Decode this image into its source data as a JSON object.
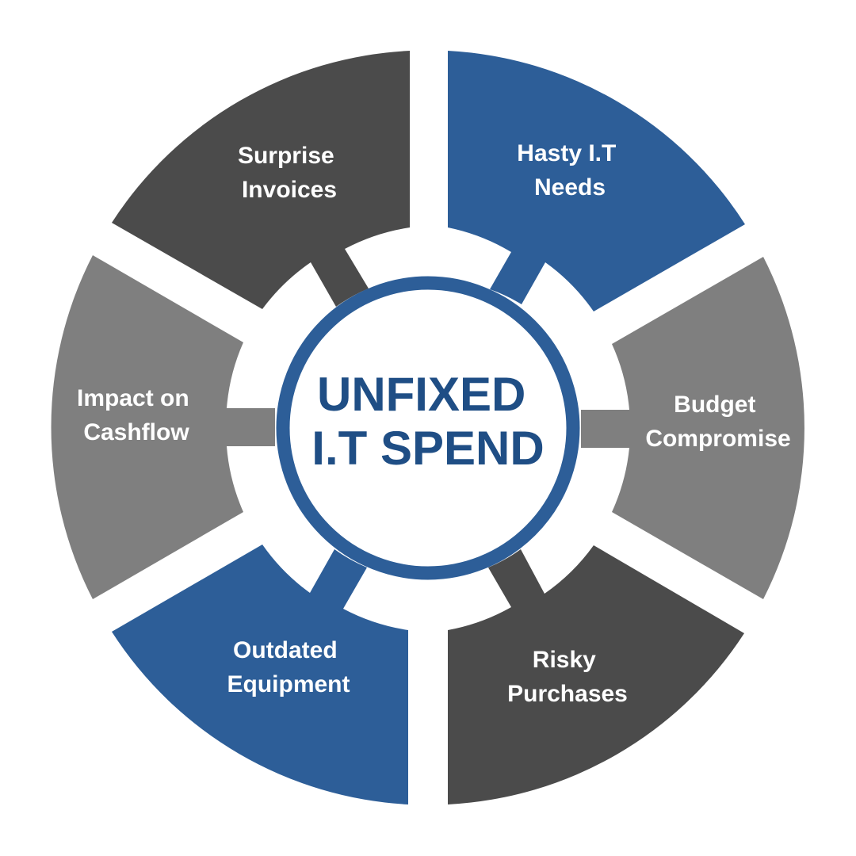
{
  "center": {
    "title_line1": "UNFIXED",
    "title_line2": "I.T SPEND"
  },
  "segments": [
    {
      "line1": "Hasty I.T",
      "line2": "Needs",
      "color": "#2d5e98"
    },
    {
      "line1": "Budget",
      "line2": "Compromise",
      "color": "#7f7f7f"
    },
    {
      "line1": "Risky",
      "line2": "Purchases",
      "color": "#4b4b4b"
    },
    {
      "line1": "Outdated",
      "line2": "Equipment",
      "color": "#2d5e98"
    },
    {
      "line1": "Impact on",
      "line2": "Cashflow",
      "color": "#7f7f7f"
    },
    {
      "line1": "Surprise",
      "line2": "Invoices",
      "color": "#4b4b4b"
    }
  ],
  "colors": {
    "blue": "#2d5e98",
    "gray": "#7f7f7f",
    "dark": "#4b4b4b",
    "title": "#1f4e85",
    "ring": "#2d5e98"
  },
  "icons": []
}
